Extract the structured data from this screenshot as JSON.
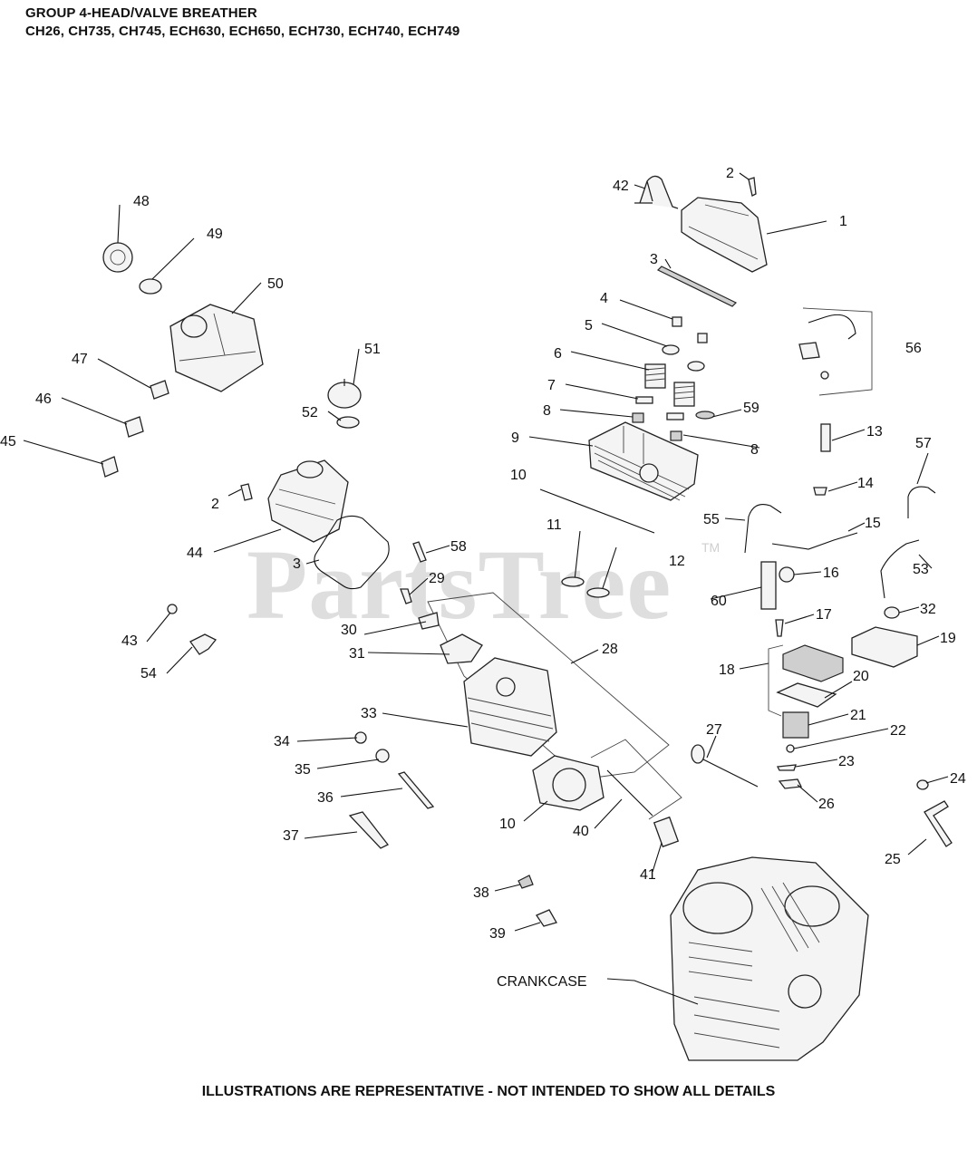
{
  "header": {
    "title": "GROUP 4-HEAD/VALVE BREATHER",
    "models": "CH26, CH735, CH745, ECH630,  ECH650,  ECH730, ECH740, ECH749"
  },
  "watermark": {
    "text": "PartsTree",
    "tm": "TM"
  },
  "footer": "ILLUSTRATIONS ARE REPRESENTATIVE - NOT INTENDED TO SHOW ALL DETAILS",
  "callouts": {
    "c1": "1",
    "c2a": "2",
    "c2b": "2",
    "c3a": "3",
    "c3b": "3",
    "c4": "4",
    "c5": "5",
    "c6": "6",
    "c7": "7",
    "c8a": "8",
    "c8b": "8",
    "c9": "9",
    "c10a": "10",
    "c10b": "10",
    "c11": "11",
    "c12": "12",
    "c13": "13",
    "c14": "14",
    "c15": "15",
    "c16": "16",
    "c17": "17",
    "c18": "18",
    "c19": "19",
    "c20": "20",
    "c21": "21",
    "c22": "22",
    "c23": "23",
    "c24": "24",
    "c25": "25",
    "c26": "26",
    "c27": "27",
    "c28": "28",
    "c29": "29",
    "c30": "30",
    "c31": "31",
    "c32": "32",
    "c33": "33",
    "c34": "34",
    "c35": "35",
    "c36": "36",
    "c37": "37",
    "c38": "38",
    "c39": "39",
    "c40": "40",
    "c41": "41",
    "c42": "42",
    "c43": "43",
    "c44": "44",
    "c45": "45",
    "c46": "46",
    "c47": "47",
    "c48": "48",
    "c49": "49",
    "c50": "50",
    "c51": "51",
    "c52": "52",
    "c53": "53",
    "c54": "54",
    "c55": "55",
    "c56": "56",
    "c57": "57",
    "c58": "58",
    "c59": "59",
    "c60": "60",
    "crankcase": "CRANKCASE"
  }
}
